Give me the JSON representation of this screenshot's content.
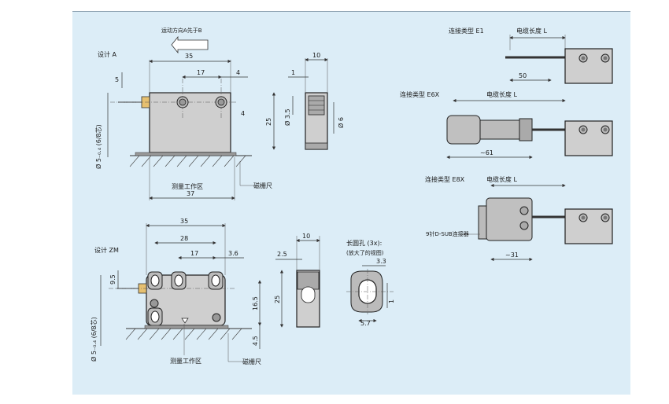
{
  "motion_label": "运动方向A先于B",
  "design_a": {
    "title": "设计 A",
    "dims": {
      "w35": "35",
      "w17": "17",
      "w4": "4",
      "h5": "5",
      "h4": "4",
      "w37": "37",
      "d10": "10",
      "d1": "1",
      "h25": "25",
      "dia35": "Ø 3.5",
      "dia6": "Ø 6",
      "cable": "Ø 5₋₀.₄ (6/8芯)"
    },
    "work_area": "测量工作区",
    "scale": "磁栅尺"
  },
  "design_zm": {
    "title": "设计 ZM",
    "dims": {
      "w35": "35",
      "w28": "28",
      "w17": "17",
      "w36": "3.6",
      "h95": "9.5",
      "h165": "16.5",
      "h45": "4.5",
      "d10": "10",
      "d25": "2.5",
      "h25": "25",
      "cable": "Ø 5₋₀.₄ (6/8芯)"
    },
    "work_area": "测量工作区",
    "scale": "磁栅尺",
    "slot_title": "长圆孔 (3x):",
    "slot_sub": "(放大了的视图)",
    "slot_dims": {
      "d33": "3.3",
      "d57": "5.7",
      "d1": "1"
    }
  },
  "connections": {
    "e1": {
      "label": "连接类型 E1",
      "cable_len": "电缆长度 L",
      "dim": "50"
    },
    "e6x": {
      "label": "连接类型 E6X",
      "cable_len": "电缆长度 L",
      "dim": "~61"
    },
    "e8x": {
      "label": "连接类型 E8X",
      "cable_len": "电缆长度 L",
      "dim": "~31",
      "connector": "9针D-SUB连接器"
    }
  }
}
